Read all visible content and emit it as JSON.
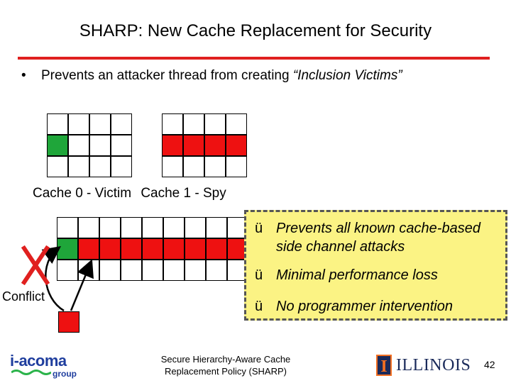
{
  "title": "SHARP: New Cache Replacement for Security",
  "bullet": {
    "marker": "•",
    "text_prefix": "Prevents an attacker thread from creating ",
    "text_italic": "“Inclusion Victims”"
  },
  "caches": {
    "cache0_label": "Cache 0 - Victim",
    "cache1_label": "Cache 1 - Spy",
    "cache0_rows": [
      [
        "white",
        "white",
        "white",
        "white"
      ],
      [
        "green",
        "white",
        "white",
        "white"
      ],
      [
        "white",
        "white",
        "white",
        "white"
      ]
    ],
    "cache1_rows": [
      [
        "white",
        "white",
        "white",
        "white"
      ],
      [
        "red",
        "red",
        "red",
        "red"
      ],
      [
        "white",
        "white",
        "white",
        "white"
      ]
    ],
    "shared_rows": [
      [
        "white",
        "white",
        "white",
        "white",
        "white",
        "white",
        "white",
        "white",
        "white"
      ],
      [
        "green",
        "red",
        "red",
        "red",
        "red",
        "red",
        "red",
        "red",
        "red"
      ],
      [
        "white",
        "white",
        "white",
        "white",
        "white",
        "white",
        "white",
        "white",
        "white"
      ]
    ],
    "incoming_block": "red"
  },
  "conflict_label": "Conflict",
  "benefits": [
    {
      "check": "ü",
      "text": "Prevents all known cache-based side channel attacks"
    },
    {
      "check": "ü",
      "text": "Minimal performance loss"
    },
    {
      "check": "ü",
      "text": "No programmer intervention"
    }
  ],
  "footer": {
    "line1": "Secure Hierarchy-Aware Cache",
    "line2": "Replacement Policy (SHARP)"
  },
  "page_number": "42",
  "logos": {
    "iacoma_main": "i-acoma",
    "iacoma_sub": "group",
    "illinois_shield": "I",
    "illinois_word": "ILLINOIS"
  },
  "colors": {
    "accent_red": "#e0201f",
    "cell_red": "#ee1111",
    "cell_green": "#1fa63a",
    "box_yellow": "#fbf384"
  }
}
